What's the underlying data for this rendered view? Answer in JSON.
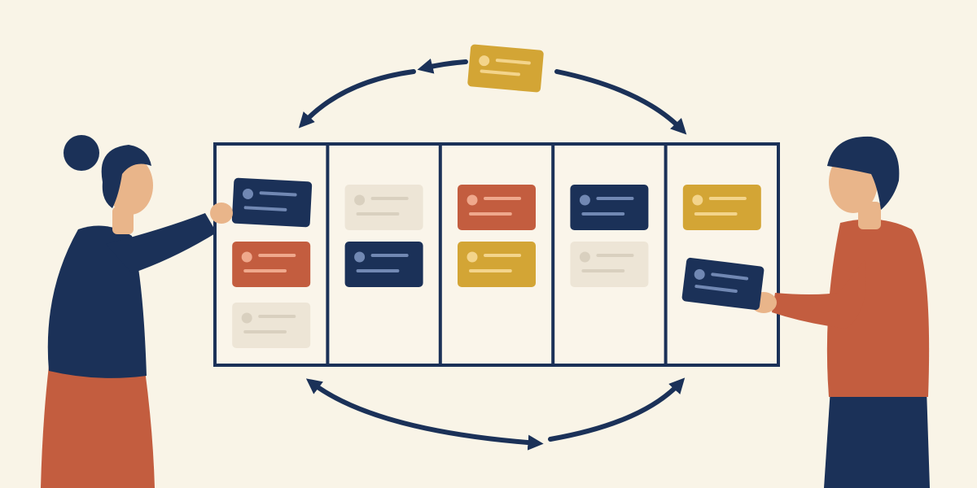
{
  "colors": {
    "background": "#f9f4e7",
    "navy": "#1b3158",
    "rust": "#c35d3f",
    "mustard": "#d3a535",
    "beige": "#ede5d6",
    "skin": "#e9b58a",
    "board_fill": "#faf5ea"
  },
  "board": {
    "column_count": 5,
    "columns": [
      {
        "cards": [
          "navy",
          "rust",
          "beige"
        ]
      },
      {
        "cards": [
          "beige",
          "navy"
        ]
      },
      {
        "cards": [
          "rust",
          "mustard"
        ]
      },
      {
        "cards": [
          "navy",
          "beige"
        ]
      },
      {
        "cards": [
          "mustard"
        ]
      }
    ]
  },
  "floating_card": {
    "color": "mustard"
  },
  "held_cards": {
    "woman": {
      "color": "navy"
    },
    "man": {
      "color": "navy"
    }
  },
  "icons": [
    "cycle-arrow-icon",
    "card-avatar-icon"
  ]
}
